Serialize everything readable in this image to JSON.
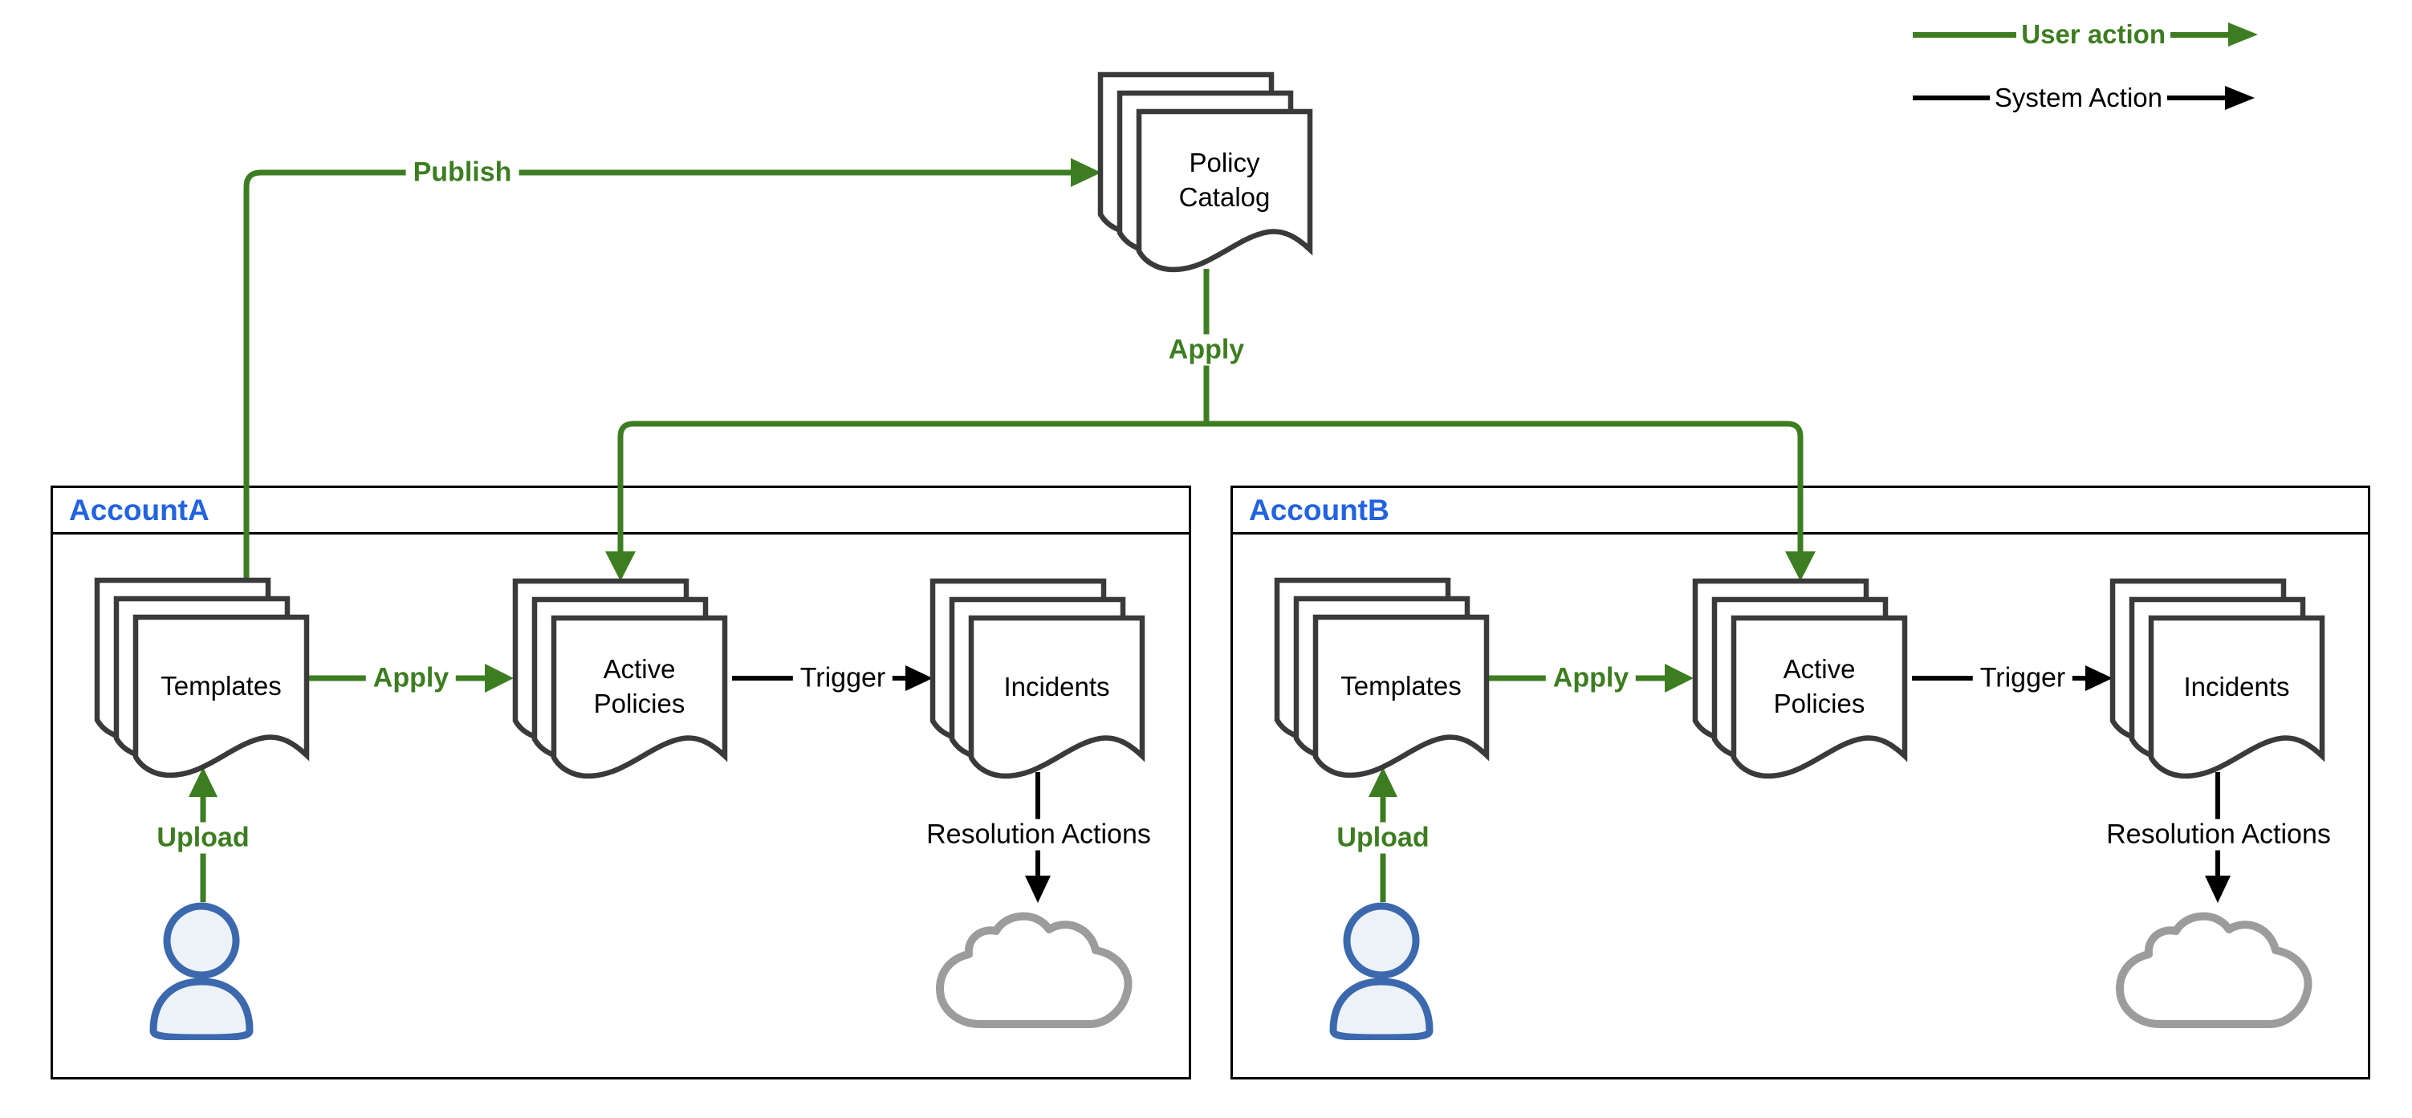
{
  "diagram": {
    "legend": {
      "user_action_label": "User action",
      "system_action_label": "System Action"
    },
    "policy_catalog": {
      "label": "Policy Catalog"
    },
    "connectors": {
      "publish_label": "Publish",
      "apply_catalog_label": "Apply",
      "upload_label_a": "Upload",
      "apply_label_a": "Apply",
      "trigger_label_a": "Trigger",
      "resolution_label_a": "Resolution Actions",
      "upload_label_b": "Upload",
      "apply_label_b": "Apply",
      "trigger_label_b": "Trigger",
      "resolution_label_b": "Resolution Actions"
    },
    "accounts": [
      {
        "name": "AccountA",
        "templates_label": "Templates",
        "active_policies_label": "Active Policies",
        "incidents_label": "Incidents"
      },
      {
        "name": "AccountB",
        "templates_label": "Templates",
        "active_policies_label": "Active Policies",
        "incidents_label": "Incidents"
      }
    ],
    "colors": {
      "user_action_green": "#3d7d21",
      "system_action_black": "#000000",
      "account_label_blue": "#2363e0",
      "person_blue": "#3c69ad",
      "cloud_gray": "#9c9c9c",
      "document_outline": "#3a3a3a"
    }
  }
}
